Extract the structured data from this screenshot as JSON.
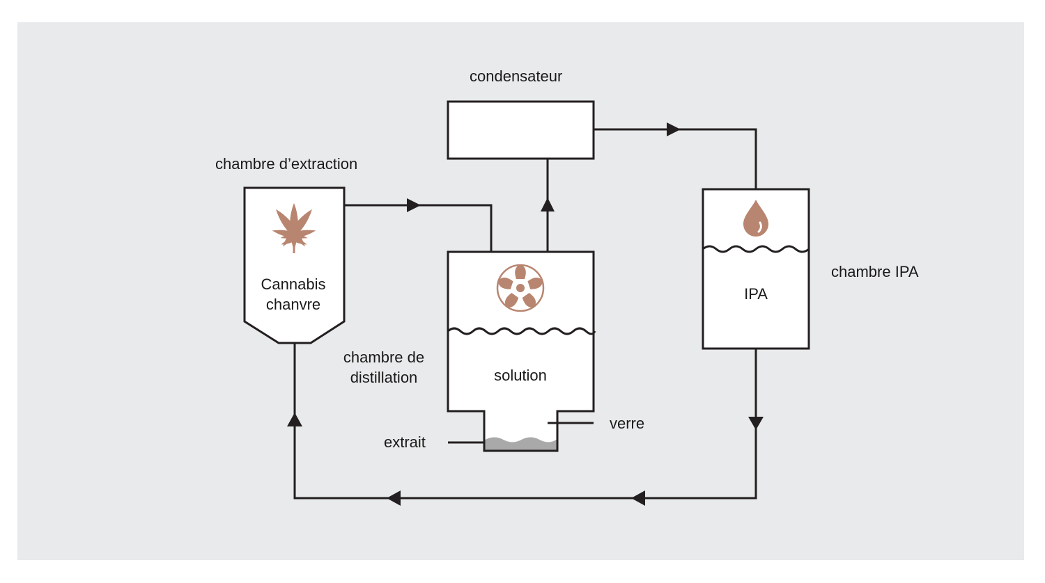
{
  "labels": {
    "condenser": "condensateur",
    "extraction_chamber": "chambre d’extraction",
    "cannabis_line1": "Cannabis",
    "cannabis_line2": "chanvre",
    "distillation_line1": "chambre de",
    "distillation_line2": "distillation",
    "solution": "solution",
    "glass": "verre",
    "extract": "extrait",
    "ipa_chamber": "chambre IPA",
    "ipa": "IPA"
  },
  "colors": {
    "background": "#e9eaeb",
    "line": "#231f20",
    "accent": "#b88570",
    "extract_fill": "#a9a9a9"
  },
  "icons": [
    "cannabis-leaf-icon",
    "stirrer-icon",
    "liquid-drop-icon"
  ]
}
